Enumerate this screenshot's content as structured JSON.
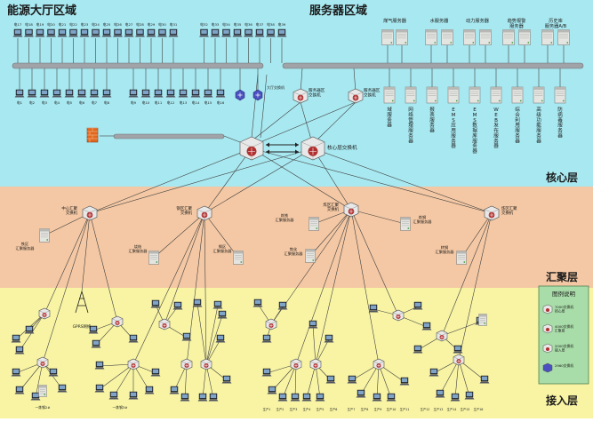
{
  "zones": {
    "hall_title": "能源大厅区域",
    "server_title": "服务器区域",
    "core_title": "核心层",
    "agg_title": "汇聚层",
    "access_title": "接入层"
  },
  "colors": {
    "core_bg": "#a8e8f0",
    "agg_bg": "#f4c8a4",
    "access_bg": "#f8f4a4",
    "bus": "#a0a4a8",
    "line": "#404040",
    "link": "#202020",
    "legend_bg": "#a8dca8"
  },
  "hall": {
    "top_row": [
      "电17",
      "电18",
      "电19",
      "电20",
      "电21",
      "电22",
      "电23",
      "电24",
      "电25",
      "电26",
      "电27",
      "电28",
      "电29",
      "电30",
      "电31",
      "电32",
      "电33",
      "电34",
      "电35",
      "电36",
      "电37",
      "电38",
      "电39"
    ],
    "bottom_row": [
      "电1",
      "电2",
      "电3",
      "电4",
      "电5",
      "电6",
      "电7",
      "电8",
      "电9",
      "电10",
      "电11",
      "电12",
      "电13",
      "电14",
      "电15",
      "电16"
    ],
    "hall_switch": "大厅交换机"
  },
  "servers": {
    "top_groups": [
      "煤气服务器",
      "水服务器",
      "动力服务器",
      "趋势报警\n服务器",
      "历史库\n服务器A/B"
    ],
    "bottom_list": [
      "域服务器",
      "网络管理服务器",
      "报表服务器",
      "EMS应用服务器",
      "EMS数据库服务器",
      "WEB发布服务器",
      "综合利用服务器",
      "高级功能服务器",
      "防病毒服务器"
    ],
    "zone_switch_1": "服务器区\n交换机",
    "zone_switch_2": "服务器区\n交换机"
  },
  "core": {
    "switch_label": "核心层交换机"
  },
  "aggregation": {
    "switches": [
      "中心汇聚\n交换机",
      "钢区汇聚\n交换机",
      "炼区汇聚\n交换机",
      "炼区汇聚\n交换机"
    ],
    "servers": [
      "铁区\n汇聚服务器",
      "烧结\n汇聚服务器",
      "钢区\n汇聚服务器",
      "炼铁\n汇聚服务器",
      "炼钢\n汇聚服务器",
      "焦化\n汇聚服务器",
      "转钢\n汇聚服务器"
    ]
  },
  "access": {
    "gprs_label": "GPRS网络",
    "bottom_title_texts": [
      "一炼钢2#",
      "一炼钢3#"
    ],
    "bottom_row_labels": [
      "生产1",
      "生产2",
      "生产3",
      "生产4",
      "生产5",
      "生产6",
      "生产7",
      "生产8",
      "生产9",
      "生产10",
      "生产11",
      "生产12",
      "生产13",
      "生产14",
      "生产15",
      "生产16"
    ]
  },
  "legend": {
    "title": "图例说明",
    "items": [
      "7000交换机\n核心层",
      "4000交换机\n汇聚层",
      "2000交换机\n接入层",
      "2960交换机"
    ]
  }
}
